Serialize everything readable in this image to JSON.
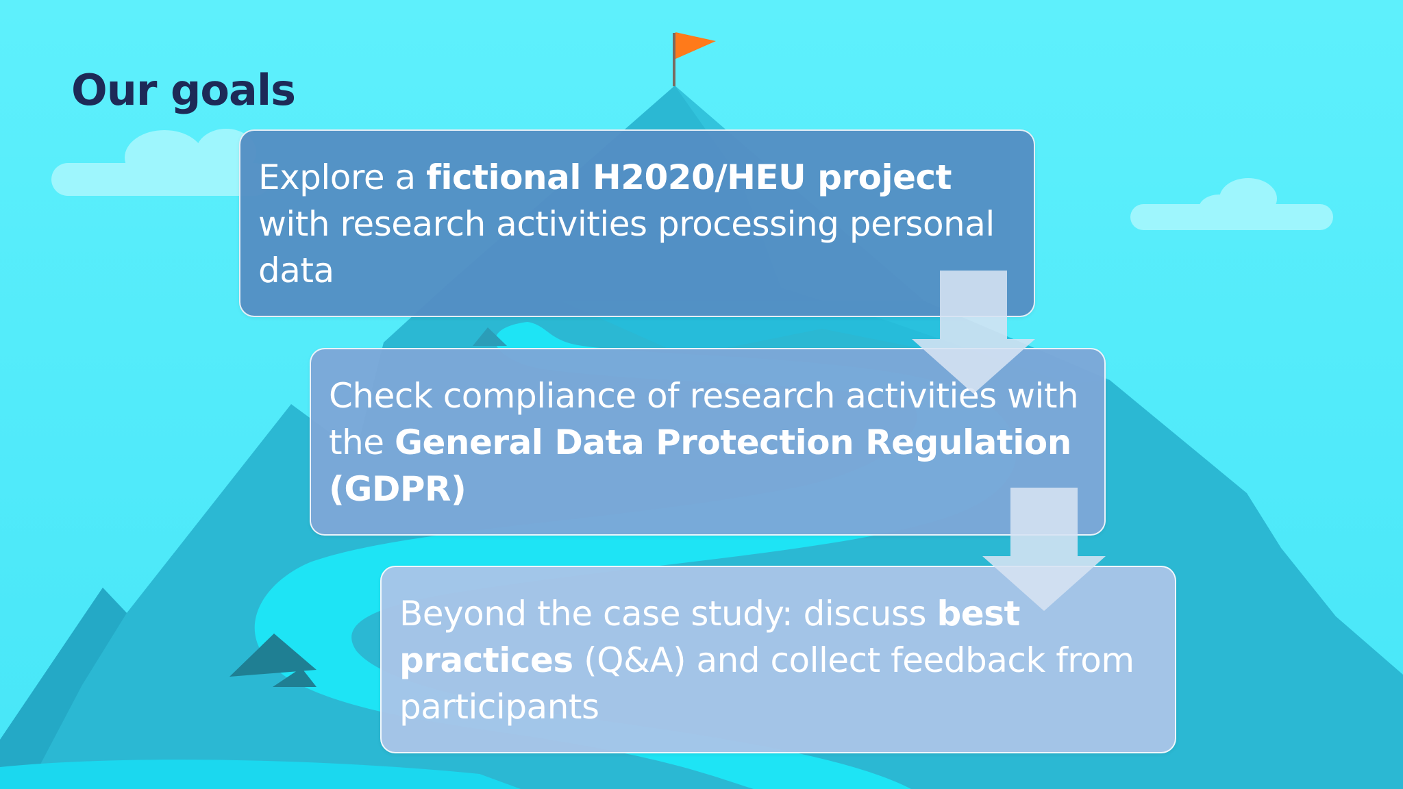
{
  "slide": {
    "title": "Our goals"
  },
  "goals": [
    {
      "parts": [
        "Explore a ",
        "fictional H2020/HEU project",
        " with research activities processing personal data"
      ]
    },
    {
      "parts": [
        "Check compliance of research activities with the ",
        "General Data Protection Regulation (GDPR)",
        ""
      ]
    },
    {
      "parts": [
        "Beyond the case study: discuss ",
        "best practices",
        " (Q&A) and collect feedback from participants"
      ]
    }
  ],
  "colors": {
    "background": "#5cecfb",
    "title": "#1d2a57",
    "flag": "#ff7a1a",
    "box_1": "#548fc4",
    "box_2": "#7da6d7",
    "box_3": "#aac4e8",
    "arrow": "#d6e3f3"
  },
  "icons": [
    "flag-icon",
    "down-arrow-icon"
  ]
}
